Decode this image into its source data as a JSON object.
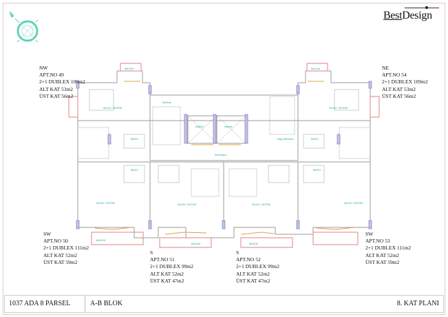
{
  "logo": {
    "part1": "Best",
    "part2": "Design"
  },
  "compass": {
    "icon": "north-arrow-compass",
    "color": "#5fd3b8"
  },
  "apartments": [
    {
      "orient": "NW",
      "no": "APT.NO 49",
      "type": "2+1 DUBLEX 109m2",
      "alt": "ALT KAT 53m2",
      "ust": "ÜST KAT 56m2"
    },
    {
      "orient": "NE",
      "no": "APT.NO 54",
      "type": "2+1 DUBLEX 109m2",
      "alt": "ALT KAT 53m2",
      "ust": "ÜST KAT 56m2"
    },
    {
      "orient": "SW",
      "no": "APT.NO 50",
      "type": "2+1 DUBLEX  111m2",
      "alt": "ALT KAT 52m2",
      "ust": "ÜST KAT 59m2"
    },
    {
      "orient": "S",
      "no": "APT.NO 51",
      "type": "2+1 DUBLEX 99m2",
      "alt": "ALT KAT 52m2",
      "ust": "ÜST KAT 47m2"
    },
    {
      "orient": "S",
      "no": "APT.NO 52",
      "type": "2+1 DUBLEX 99m2",
      "alt": "ALT KAT 52m2",
      "ust": "ÜST KAT 47m2"
    },
    {
      "orient": "SW",
      "no": "APT.NO 53",
      "type": "2+1 DUBLEX 111m2",
      "alt": "ALT KAT 52m2",
      "ust": "ÜST KAT 59m2"
    }
  ],
  "rooms": {
    "salon": "SALON + MUTFAK",
    "balkon": "BALKON",
    "banyo": "BANYO",
    "merdiven": "Merdiven",
    "asansor": "Asansör",
    "yangin": "Yangın Merdiveni",
    "koridor": "Kat Koridoru"
  },
  "title_block": {
    "parcel": "1037 ADA 8 PARSEL",
    "block": "A-B BLOK",
    "sheet": "8. KAT PLANI"
  },
  "colors": {
    "wall": "#9a9a9a",
    "window": "#8a8ac8",
    "balcony": "#e08080",
    "door": "#e0a040",
    "label": "#1aa6a6"
  }
}
